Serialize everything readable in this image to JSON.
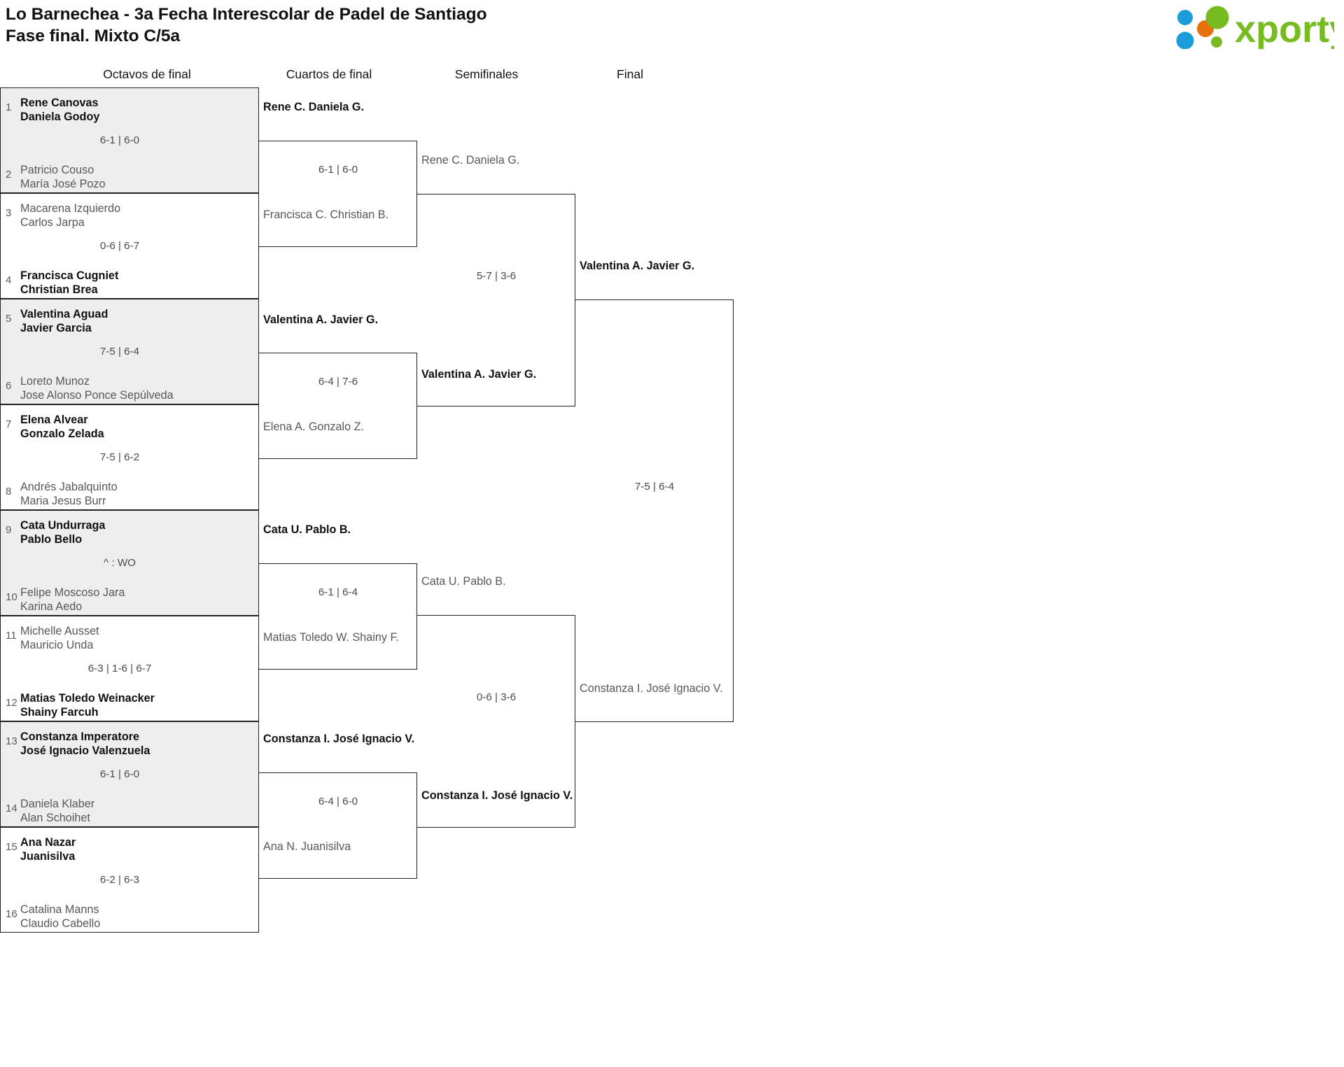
{
  "header": {
    "title_line1": "Lo Barnechea - 3a Fecha Interescolar de Padel de Santiago",
    "title_line2": "Fase final. Mixto C/5a",
    "logo_text": "xporty",
    "logo_colors": {
      "green": "#76bc21",
      "blue": "#1b9dd9",
      "orange": "#e8700a"
    }
  },
  "rounds": [
    {
      "label": "Octavos de final"
    },
    {
      "label": "Cuartos de final"
    },
    {
      "label": "Semifinales"
    },
    {
      "label": "Final"
    }
  ],
  "round1": [
    {
      "score": "6-1 | 6-0",
      "top": {
        "seed": "1",
        "p1": "Rene Canovas",
        "p2": "Daniela Godoy",
        "winner": true
      },
      "bottom": {
        "seed": "2",
        "p1": "Patricio Couso",
        "p2": "María José Pozo",
        "winner": false
      }
    },
    {
      "score": "0-6 | 6-7",
      "top": {
        "seed": "3",
        "p1": "Macarena Izquierdo",
        "p2": "Carlos Jarpa",
        "winner": false
      },
      "bottom": {
        "seed": "4",
        "p1": "Francisca Cugniet",
        "p2": "Christian Brea",
        "winner": true
      }
    },
    {
      "score": "7-5 | 6-4",
      "top": {
        "seed": "5",
        "p1": "Valentina Aguad",
        "p2": "Javier Garcia",
        "winner": true
      },
      "bottom": {
        "seed": "6",
        "p1": "Loreto Munoz",
        "p2": "Jose Alonso Ponce Sepúlveda",
        "winner": false
      }
    },
    {
      "score": "7-5 | 6-2",
      "top": {
        "seed": "7",
        "p1": "Elena Alvear",
        "p2": "Gonzalo Zelada",
        "winner": true
      },
      "bottom": {
        "seed": "8",
        "p1": "Andrés Jabalquinto",
        "p2": "Maria Jesus Burr",
        "winner": false
      }
    },
    {
      "score": "^ : WO",
      "top": {
        "seed": "9",
        "p1": "Cata Undurraga",
        "p2": "Pablo Bello",
        "winner": true
      },
      "bottom": {
        "seed": "10",
        "p1": "Felipe Moscoso Jara",
        "p2": "Karina Aedo",
        "winner": false
      }
    },
    {
      "score": "6-3 | 1-6 | 6-7",
      "top": {
        "seed": "11",
        "p1": "Michelle Ausset",
        "p2": "Mauricio Unda",
        "winner": false
      },
      "bottom": {
        "seed": "12",
        "p1": "Matias Toledo Weinacker",
        "p2": "Shainy Farcuh",
        "winner": true
      }
    },
    {
      "score": "6-1 | 6-0",
      "top": {
        "seed": "13",
        "p1": "Constanza Imperatore",
        "p2": "José Ignacio Valenzuela",
        "winner": true
      },
      "bottom": {
        "seed": "14",
        "p1": "Daniela Klaber",
        "p2": "Alan Schoihet",
        "winner": false
      }
    },
    {
      "score": "6-2 | 6-3",
      "top": {
        "seed": "15",
        "p1": "Ana Nazar",
        "p2": "Juanisilva",
        "winner": true
      },
      "bottom": {
        "seed": "16",
        "p1": "Catalina Manns",
        "p2": "Claudio Cabello",
        "winner": false
      }
    }
  ],
  "round2": [
    {
      "score": "6-1 | 6-0",
      "top": {
        "p1": "Rene C.",
        "p2": "Daniela G.",
        "winner": true
      },
      "bottom": {
        "p1": "Francisca C.",
        "p2": "Christian B.",
        "winner": false
      }
    },
    {
      "score": "6-4 | 7-6",
      "top": {
        "p1": "Valentina A.",
        "p2": "Javier G.",
        "winner": true
      },
      "bottom": {
        "p1": "Elena A.",
        "p2": "Gonzalo Z.",
        "winner": false
      }
    },
    {
      "score": "6-1 | 6-4",
      "top": {
        "p1": "Cata U.",
        "p2": "Pablo B.",
        "winner": true
      },
      "bottom": {
        "p1": "Matias Toledo W.",
        "p2": "Shainy F.",
        "winner": false
      }
    },
    {
      "score": "6-4 | 6-0",
      "top": {
        "p1": "Constanza I.",
        "p2": "José Ignacio V.",
        "winner": true
      },
      "bottom": {
        "p1": "Ana N.",
        "p2": "Juanisilva",
        "winner": false
      }
    }
  ],
  "round3": [
    {
      "score": "5-7 | 3-6",
      "top": {
        "p1": "Rene C.",
        "p2": "Daniela G.",
        "winner": false
      },
      "bottom": {
        "p1": "Valentina A.",
        "p2": "Javier G.",
        "winner": true
      }
    },
    {
      "score": "0-6 | 3-6",
      "top": {
        "p1": "Cata U.",
        "p2": "Pablo B.",
        "winner": false
      },
      "bottom": {
        "p1": "Constanza I.",
        "p2": "José Ignacio V.",
        "winner": true
      }
    }
  ],
  "round4": [
    {
      "score": "7-5 | 6-4",
      "top": {
        "p1": "Valentina A.",
        "p2": "Javier G.",
        "winner": true
      },
      "bottom": {
        "p1": "Constanza I.",
        "p2": "José Ignacio V.",
        "winner": false
      }
    }
  ]
}
